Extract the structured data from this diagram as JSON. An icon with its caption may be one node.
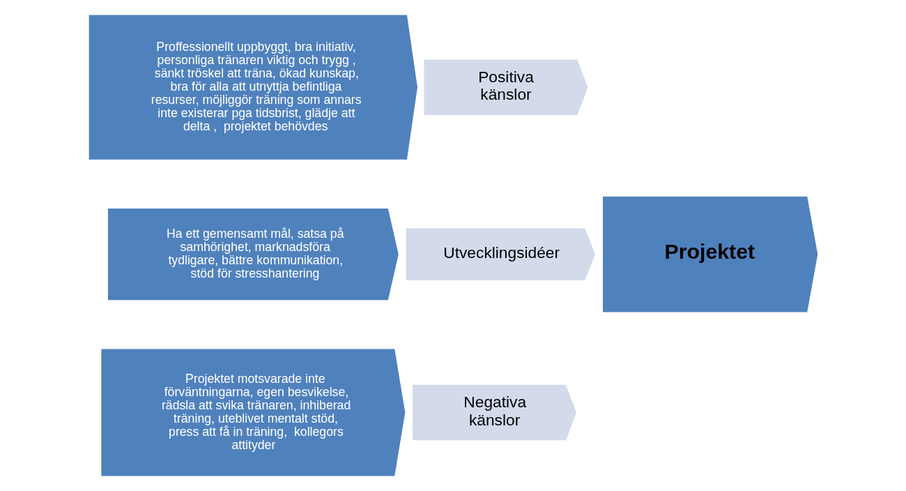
{
  "diagram": {
    "nodes": [
      {
        "text": [
          "Proffessionellt uppbyggt, bra initiativ, personliga tränaren viktig och trygg , sänkt tröskel att träna, ökad kunskap, bra för alla att utnyttja befintliga resurser, möjliggör träning som annars inte existerar pga tidsbrist, glädje att delta ,  projektet behövdes"
        ]
      },
      {
        "text": [
          "Positiva känslor"
        ]
      },
      {
        "text": [
          "Ha ett gemensamt mål, satsa på samhörighet, marknadsföra tydligare, bättre kommunikation, stöd för stresshantering"
        ]
      },
      {
        "text": [
          "Utvecklingsidéer"
        ]
      },
      {
        "text": [
          "Projektet"
        ]
      },
      {
        "text": [
          "Projektet motsvarade inte förväntningarna, egen besvikelse, rädsla att svika tränaren, inhiberad träning, uteblivet mentalt stöd, press att få in träning,  kollegors attityder"
        ]
      },
      {
        "text": [
          "Negativa känslor"
        ]
      }
    ]
  }
}
